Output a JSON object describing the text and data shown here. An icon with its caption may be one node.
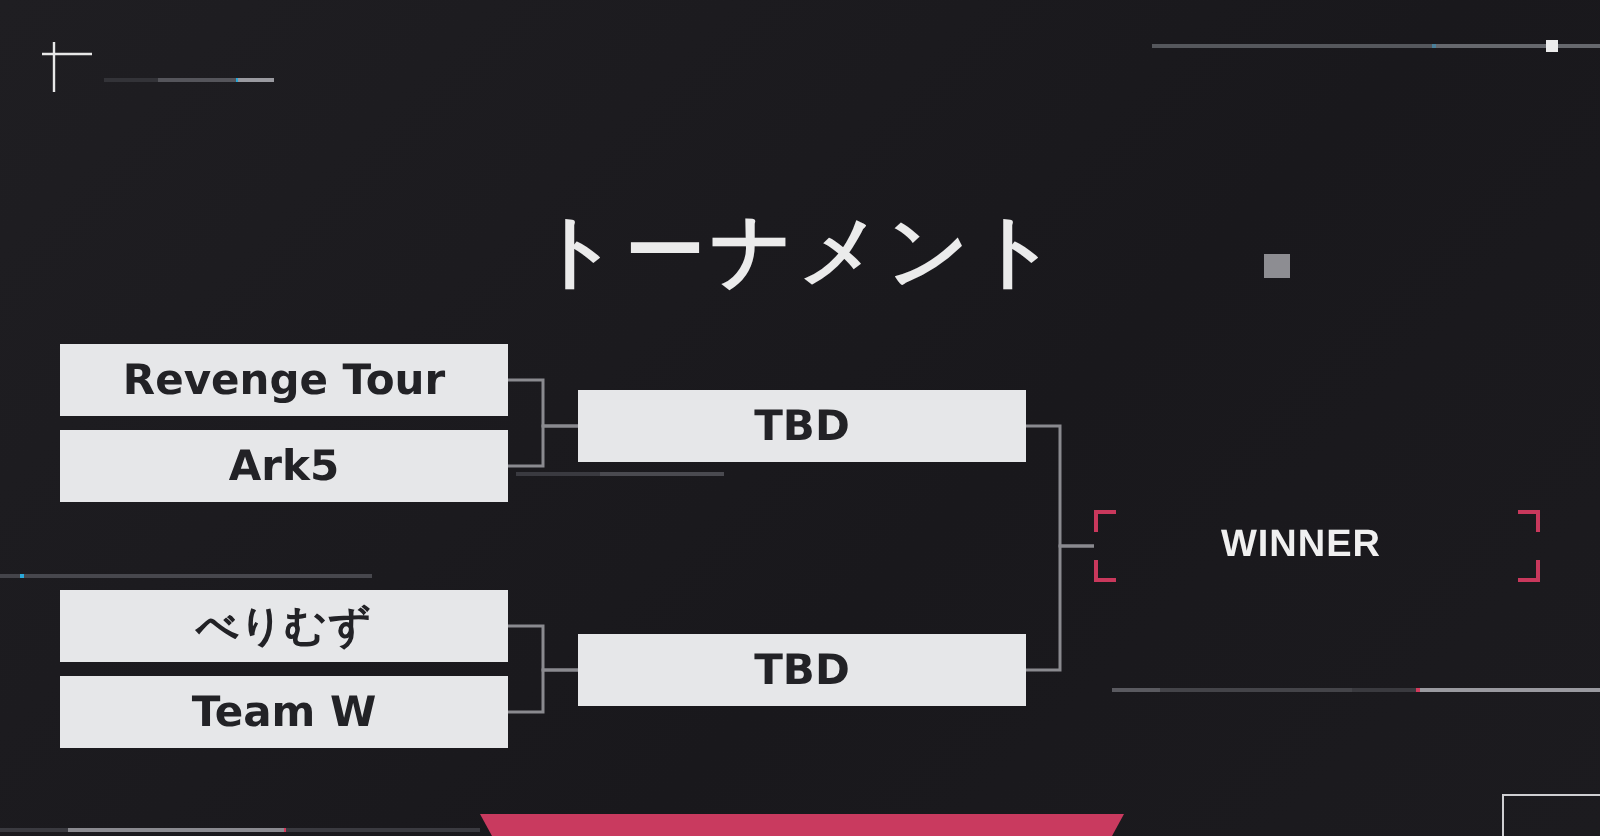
{
  "diagram": {
    "title": "トーナメント",
    "nodes": [
      {
        "text": [
          "Revenge Tour"
        ]
      },
      {
        "text": [
          "Ark5"
        ]
      },
      {
        "text": [
          "べりむず"
        ]
      },
      {
        "text": [
          "Team W"
        ]
      },
      {
        "text": [
          "TBD"
        ]
      },
      {
        "text": [
          "TBD"
        ]
      },
      {
        "text": [
          "WINNER"
        ]
      }
    ],
    "edges": [
      {
        "from": 0,
        "to": 4,
        "arrow": "none"
      },
      {
        "from": 1,
        "to": 4,
        "arrow": "none"
      },
      {
        "from": 2,
        "to": 5,
        "arrow": "none"
      },
      {
        "from": 3,
        "to": 5,
        "arrow": "none"
      },
      {
        "from": 4,
        "to": 6,
        "arrow": "none"
      },
      {
        "from": 5,
        "to": 6,
        "arrow": "none"
      }
    ]
  }
}
